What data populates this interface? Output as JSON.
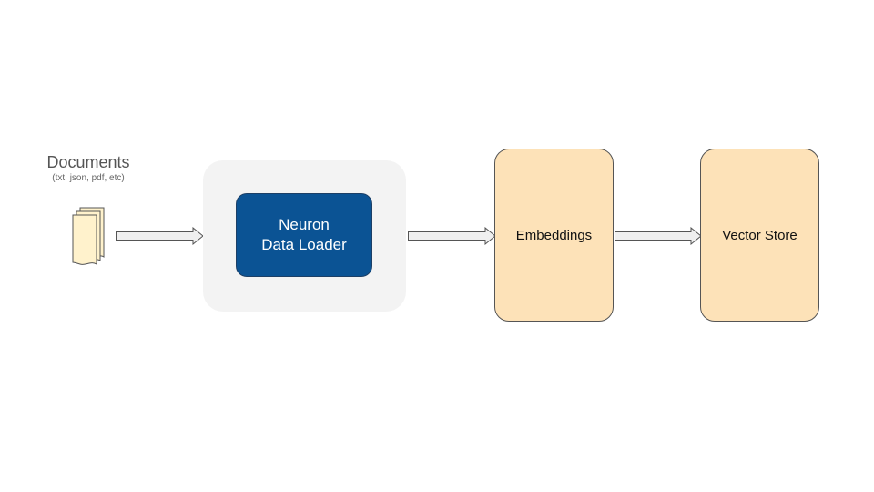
{
  "documents": {
    "title": "Documents",
    "subtitle": "(txt, json, pdf, etc)",
    "icon": "documents-stack-icon"
  },
  "loader": {
    "line1": "Neuron",
    "line2": "Data Loader"
  },
  "embeddings": {
    "label": "Embeddings"
  },
  "vector_store": {
    "label": "Vector Store"
  },
  "colors": {
    "loader_fill": "#0b5394",
    "panel_fill": "#f3f3f3",
    "stage_fill": "#fde2b8",
    "doc_fill": "#fff2cc",
    "arrow_fill": "#efefef",
    "stroke": "#555555"
  }
}
